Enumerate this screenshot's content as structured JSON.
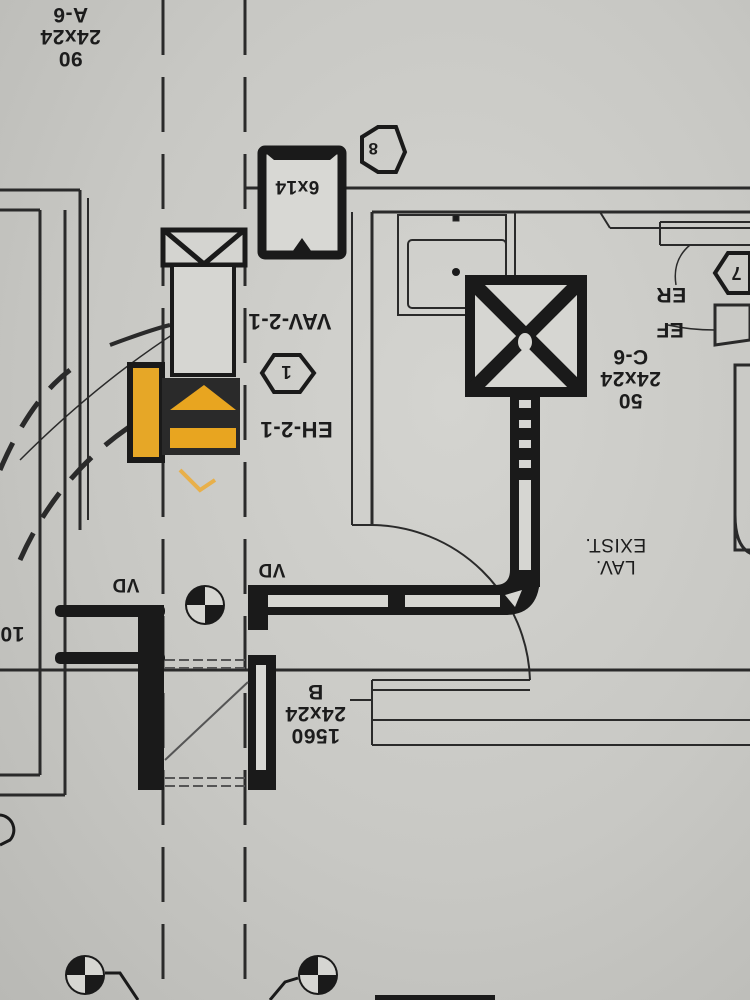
{
  "drawing": {
    "type": "mechanical HVAC floor plan (photographed, rotated 180°)",
    "orientation_deg": 180,
    "colors": {
      "paper": "#cfcfcb",
      "ink": "#1a1a1a",
      "highlight": "#e8a520"
    }
  },
  "diffusers": [
    {
      "id": "A-6",
      "size": "24x24",
      "cfm": "90"
    },
    {
      "id": "C-6",
      "size": "24x24",
      "cfm": "50"
    },
    {
      "id": "B",
      "size": "24x24",
      "cfm": "1560"
    }
  ],
  "equipment": [
    {
      "tag": "VAV-2-1",
      "keynote": "1"
    },
    {
      "tag": "EH-2-1",
      "highlighted": true
    }
  ],
  "keynotes": [
    {
      "number": "8"
    },
    {
      "number": "1"
    },
    {
      "number": "7"
    }
  ],
  "duct_labels": {
    "box_size": "6x14",
    "volume_damper_1": "VD",
    "volume_damper_2": "VD"
  },
  "room_labels": {
    "exist_lav_line1": "EXIST.",
    "exist_lav_line2": "LAV.",
    "ef": "EF",
    "er": "ER",
    "left_edge": "10"
  }
}
